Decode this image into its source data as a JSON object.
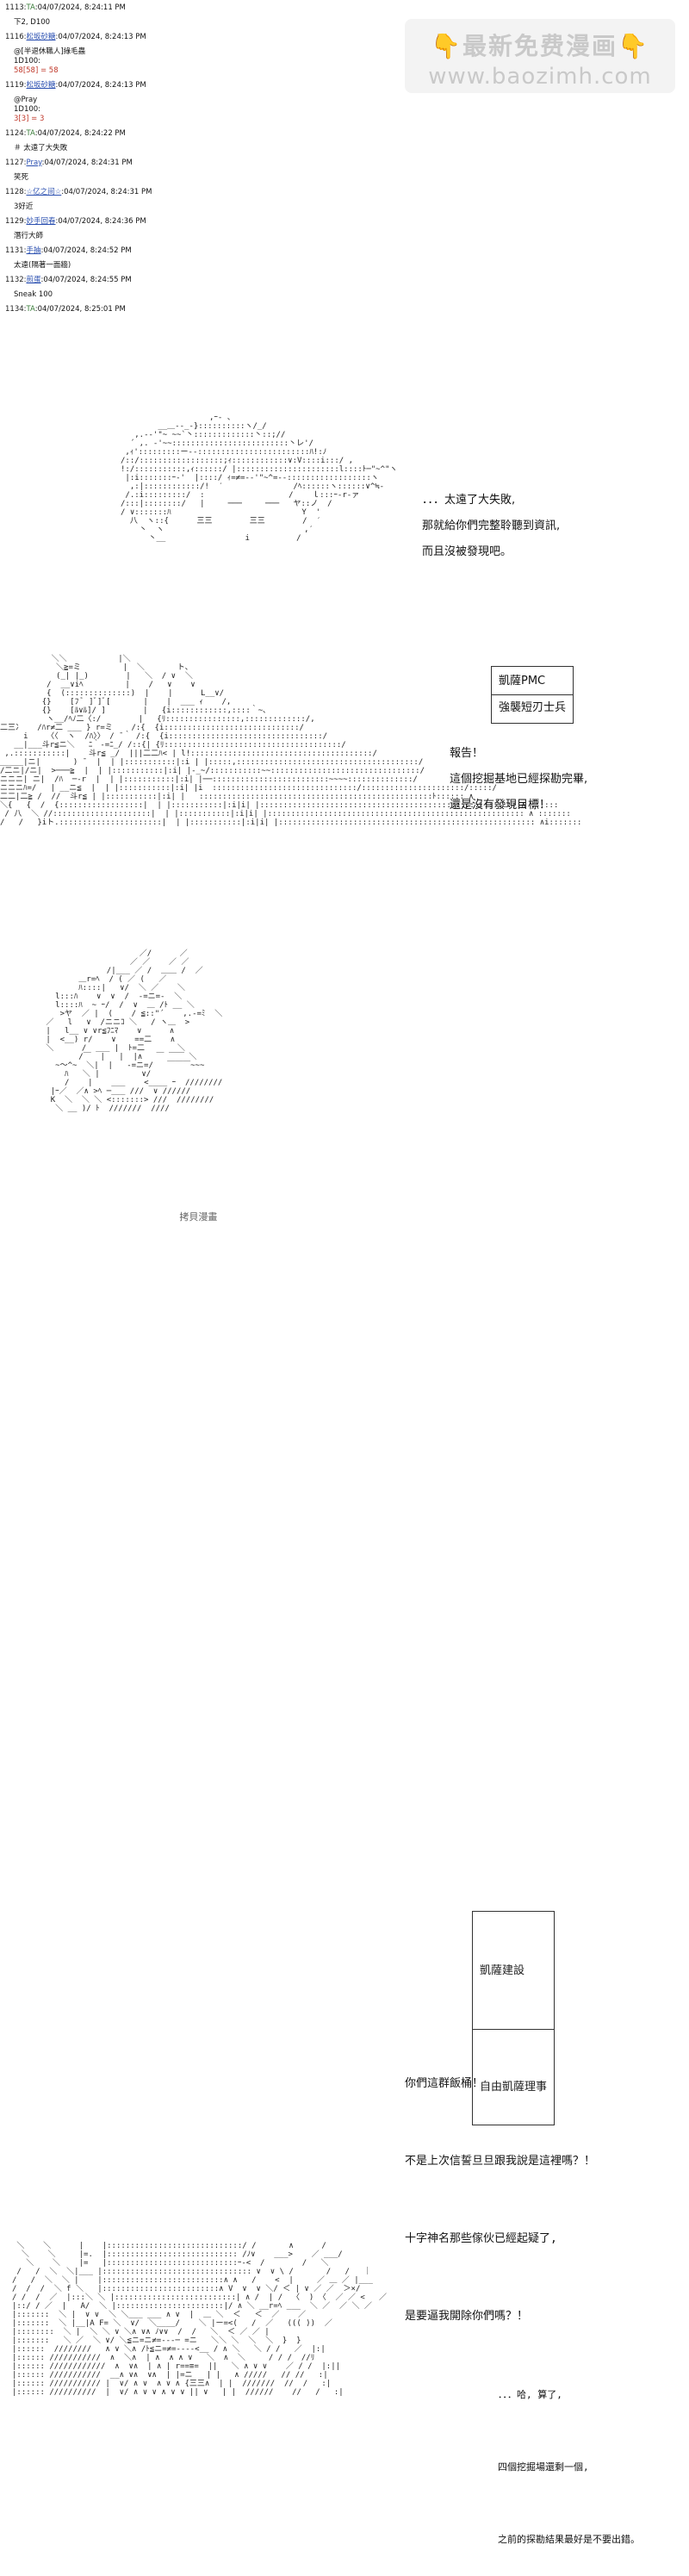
{
  "log": [
    {
      "num": "1113:",
      "name": "TA",
      "link": false,
      "time": ":04/07/2024, 8:24:11 PM",
      "body": [
        "下2, D100"
      ]
    },
    {
      "num": "1116:",
      "name": "松坂砂糖",
      "link": true,
      "time": ":04/07/2024, 8:24:13 PM",
      "body": [
        "@[半退休職人]綠毛蟲",
        "1D100:"
      ],
      "red": "58[58] = 58"
    },
    {
      "num": "1119:",
      "name": "松坂砂糖",
      "link": true,
      "time": ":04/07/2024, 8:24:13 PM",
      "body": [
        "@Pray",
        "1D100:"
      ],
      "red": "3[3] = 3"
    },
    {
      "num": "1124:",
      "name": "TA",
      "link": false,
      "time": ":04/07/2024, 8:24:22 PM",
      "body": [
        "＃ 太遠了大失敗"
      ]
    },
    {
      "num": "1127:",
      "name": "Pray",
      "link": true,
      "time": ":04/07/2024, 8:24:31 PM",
      "body": [
        "笑死"
      ]
    },
    {
      "num": "1128:",
      "name": "☆亿之间☆",
      "link": true,
      "time": ":04/07/2024, 8:24:31 PM",
      "body": [
        "3好近"
      ]
    },
    {
      "num": "1129:",
      "name": "妙手回春",
      "link": true,
      "time": ":04/07/2024, 8:24:36 PM",
      "body": [
        "潛行大師"
      ]
    },
    {
      "num": "1131:",
      "name": "手抽",
      "link": true,
      "time": ":04/07/2024, 8:24:52 PM",
      "body": [
        "太遠(隔著一面牆)"
      ]
    },
    {
      "num": "1132:",
      "name": "煎蛋",
      "link": true,
      "time": ":04/07/2024, 8:24:55 PM",
      "body": [
        "Sneak 100"
      ]
    },
    {
      "num": "1134:",
      "name": "TA",
      "link": false,
      "time": ":04/07/2024, 8:25:01 PM",
      "body": []
    }
  ],
  "watermark": {
    "line1": "最新免费漫画",
    "line2": "www.baozimh.com",
    "hand": "👇"
  },
  "panel1": {
    "lines": [
      "．．．太遠了大失敗,",
      "那就給你們完整聆聽到資訊,",
      "而且沒被發現吧。"
    ]
  },
  "panel2": {
    "name_top": "凱薩PMC",
    "name_bottom": "強襲短刃士兵",
    "lines": [
      "報告！",
      "這個挖掘基地已經探勘完畢,",
      "還是沒有發現目標！"
    ]
  },
  "panel3": {
    "name_top": "凱薩建設",
    "name_bottom": "自由凱薩理事",
    "lines": [
      "你們這群飯桶！",
      "不是上次信誓旦旦跟我說是這裡嗎？！",
      "十字神名那些傢伙已經起疑了,",
      "是要逼我開除你們嗎？！"
    ]
  },
  "panel4": {
    "lines": [
      "．．．哈, 算了,",
      "四個挖掘場還剩一個,",
      "之前的探勘結果最好是不要出錯。"
    ]
  },
  "footer": "拷貝漫畫"
}
